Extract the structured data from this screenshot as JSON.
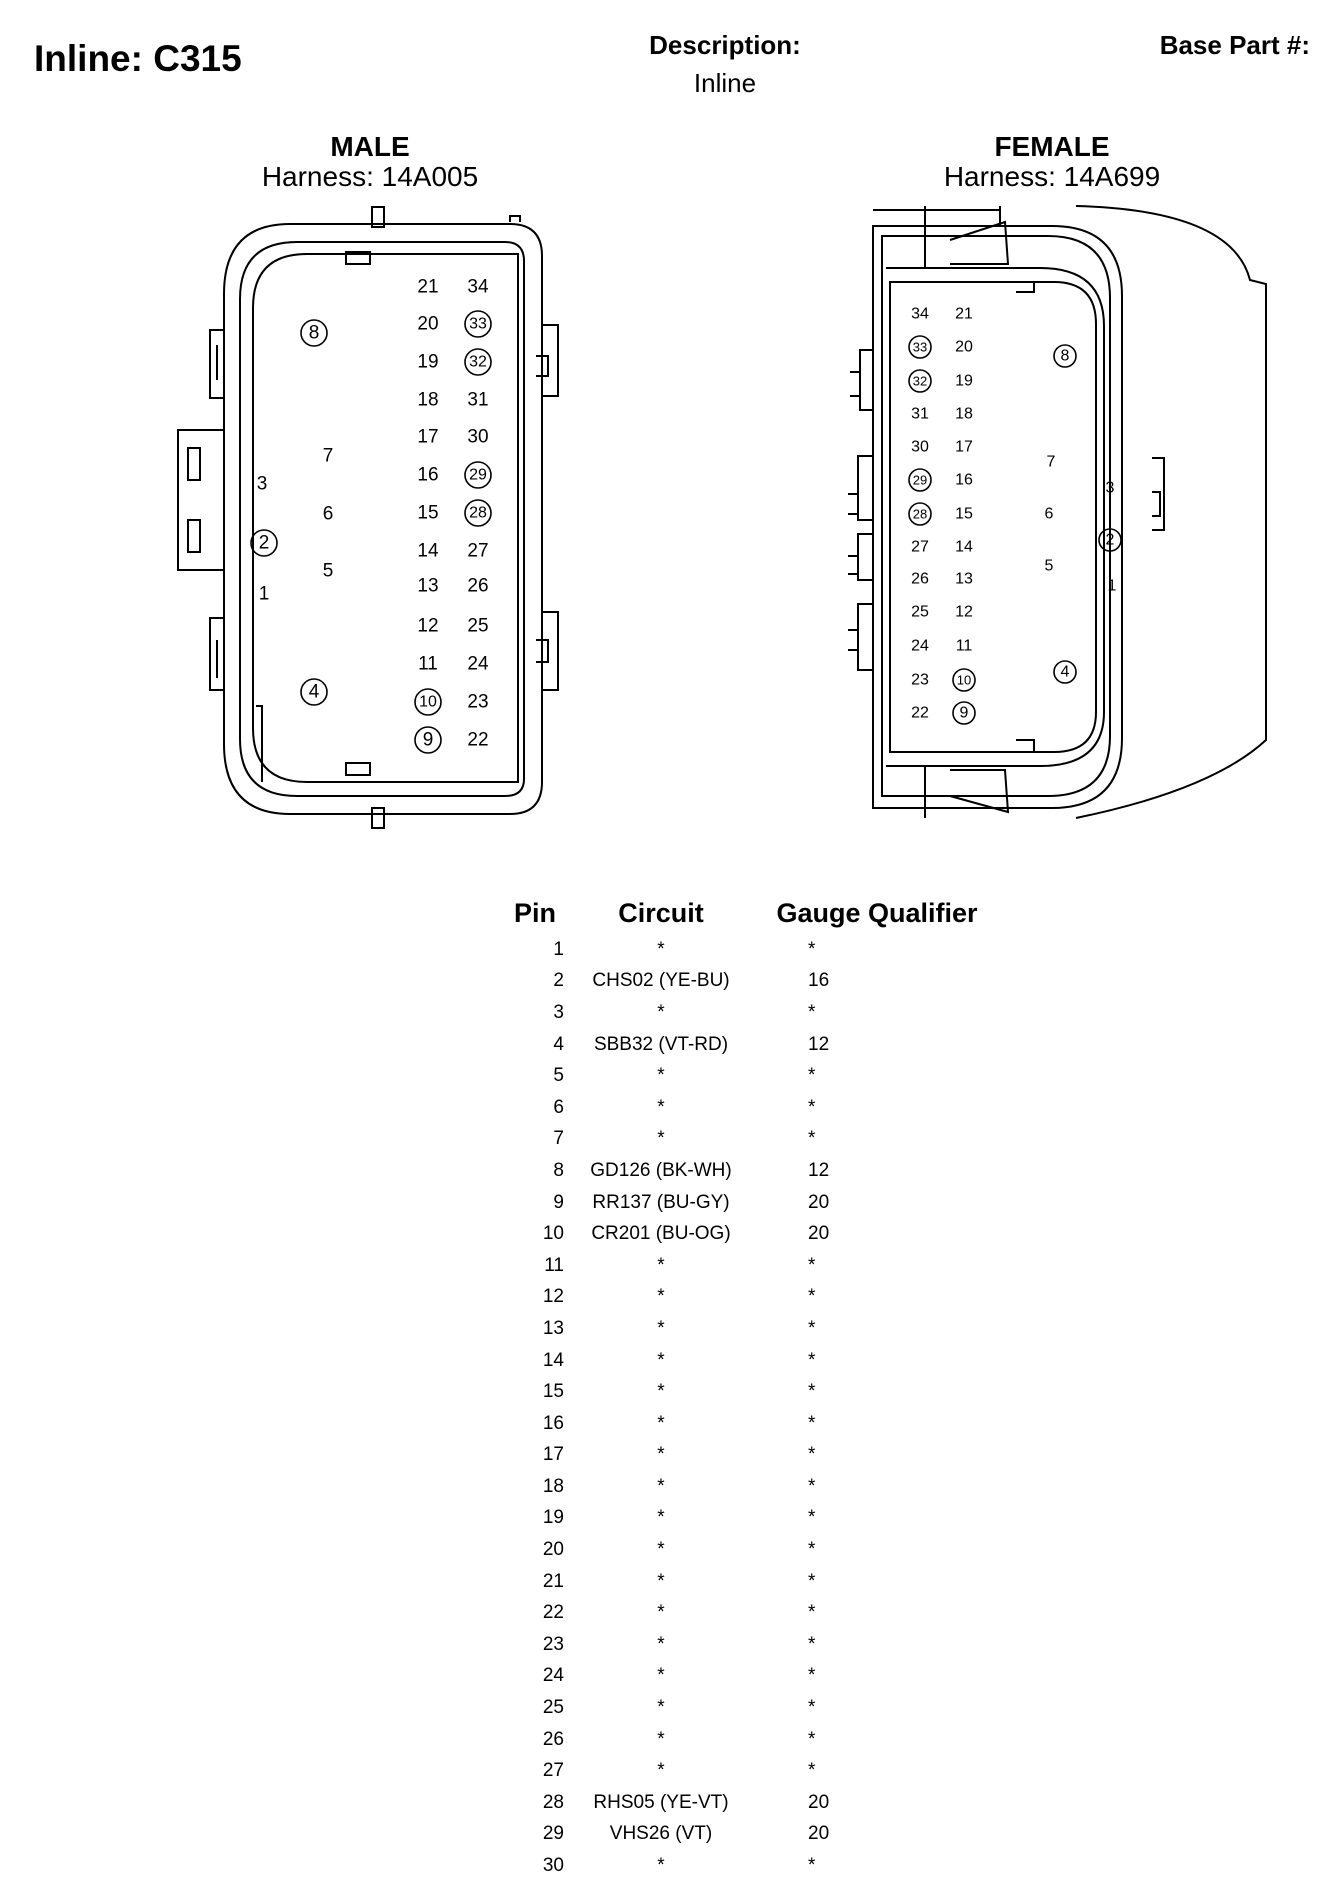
{
  "header": {
    "title": "Inline: C315",
    "description_label": "Description:",
    "description_value": "Inline",
    "base_part_label": "Base Part #:"
  },
  "male": {
    "gender": "MALE",
    "harness": "Harness: 14A005",
    "pins": [
      {
        "label": "21",
        "circled": false
      },
      {
        "label": "34",
        "circled": false
      },
      {
        "label": "8",
        "circled": true
      },
      {
        "label": "20",
        "circled": false
      },
      {
        "label": "33",
        "circled": true
      },
      {
        "label": "19",
        "circled": false
      },
      {
        "label": "32",
        "circled": true
      },
      {
        "label": "18",
        "circled": false
      },
      {
        "label": "31",
        "circled": false
      },
      {
        "label": "17",
        "circled": false
      },
      {
        "label": "30",
        "circled": false
      },
      {
        "label": "7",
        "circled": false
      },
      {
        "label": "16",
        "circled": false
      },
      {
        "label": "29",
        "circled": true
      },
      {
        "label": "3",
        "circled": false
      },
      {
        "label": "6",
        "circled": false
      },
      {
        "label": "15",
        "circled": false
      },
      {
        "label": "28",
        "circled": true
      },
      {
        "label": "2",
        "circled": true
      },
      {
        "label": "14",
        "circled": false
      },
      {
        "label": "27",
        "circled": false
      },
      {
        "label": "5",
        "circled": false
      },
      {
        "label": "13",
        "circled": false
      },
      {
        "label": "26",
        "circled": false
      },
      {
        "label": "1",
        "circled": false
      },
      {
        "label": "12",
        "circled": false
      },
      {
        "label": "25",
        "circled": false
      },
      {
        "label": "11",
        "circled": false
      },
      {
        "label": "24",
        "circled": false
      },
      {
        "label": "4",
        "circled": true
      },
      {
        "label": "10",
        "circled": true
      },
      {
        "label": "23",
        "circled": false
      },
      {
        "label": "9",
        "circled": true
      },
      {
        "label": "22",
        "circled": false
      }
    ]
  },
  "female": {
    "gender": "FEMALE",
    "harness": "Harness: 14A699",
    "pins": [
      {
        "label": "34",
        "circled": false
      },
      {
        "label": "21",
        "circled": false
      },
      {
        "label": "33",
        "circled": true
      },
      {
        "label": "20",
        "circled": false
      },
      {
        "label": "8",
        "circled": true
      },
      {
        "label": "32",
        "circled": true
      },
      {
        "label": "19",
        "circled": false
      },
      {
        "label": "31",
        "circled": false
      },
      {
        "label": "18",
        "circled": false
      },
      {
        "label": "30",
        "circled": false
      },
      {
        "label": "17",
        "circled": false
      },
      {
        "label": "7",
        "circled": false
      },
      {
        "label": "29",
        "circled": true
      },
      {
        "label": "16",
        "circled": false
      },
      {
        "label": "3",
        "circled": false
      },
      {
        "label": "28",
        "circled": true
      },
      {
        "label": "15",
        "circled": false
      },
      {
        "label": "6",
        "circled": false
      },
      {
        "label": "2",
        "circled": true
      },
      {
        "label": "27",
        "circled": false
      },
      {
        "label": "14",
        "circled": false
      },
      {
        "label": "5",
        "circled": false
      },
      {
        "label": "1",
        "circled": false
      },
      {
        "label": "26",
        "circled": false
      },
      {
        "label": "13",
        "circled": false
      },
      {
        "label": "25",
        "circled": false
      },
      {
        "label": "12",
        "circled": false
      },
      {
        "label": "24",
        "circled": false
      },
      {
        "label": "11",
        "circled": false
      },
      {
        "label": "4",
        "circled": true
      },
      {
        "label": "23",
        "circled": false
      },
      {
        "label": "10",
        "circled": true
      },
      {
        "label": "22",
        "circled": false
      },
      {
        "label": "9",
        "circled": true
      }
    ]
  },
  "table": {
    "headers": [
      "Pin",
      "Circuit",
      "Gauge Qualifier"
    ],
    "rows": [
      [
        "1",
        "*",
        "*"
      ],
      [
        "2",
        "CHS02 (YE-BU)",
        "16"
      ],
      [
        "3",
        "*",
        "*"
      ],
      [
        "4",
        "SBB32 (VT-RD)",
        "12"
      ],
      [
        "5",
        "*",
        "*"
      ],
      [
        "6",
        "*",
        "*"
      ],
      [
        "7",
        "*",
        "*"
      ],
      [
        "8",
        "GD126 (BK-WH)",
        "12"
      ],
      [
        "9",
        "RR137 (BU-GY)",
        "20"
      ],
      [
        "10",
        "CR201 (BU-OG)",
        "20"
      ],
      [
        "11",
        "*",
        "*"
      ],
      [
        "12",
        "*",
        "*"
      ],
      [
        "13",
        "*",
        "*"
      ],
      [
        "14",
        "*",
        "*"
      ],
      [
        "15",
        "*",
        "*"
      ],
      [
        "16",
        "*",
        "*"
      ],
      [
        "17",
        "*",
        "*"
      ],
      [
        "18",
        "*",
        "*"
      ],
      [
        "19",
        "*",
        "*"
      ],
      [
        "20",
        "*",
        "*"
      ],
      [
        "21",
        "*",
        "*"
      ],
      [
        "22",
        "*",
        "*"
      ],
      [
        "23",
        "*",
        "*"
      ],
      [
        "24",
        "*",
        "*"
      ],
      [
        "25",
        "*",
        "*"
      ],
      [
        "26",
        "*",
        "*"
      ],
      [
        "27",
        "*",
        "*"
      ],
      [
        "28",
        "RHS05 (YE-VT)",
        "20"
      ],
      [
        "29",
        "VHS26 (VT)",
        "20"
      ],
      [
        "30",
        "*",
        "*"
      ]
    ]
  }
}
